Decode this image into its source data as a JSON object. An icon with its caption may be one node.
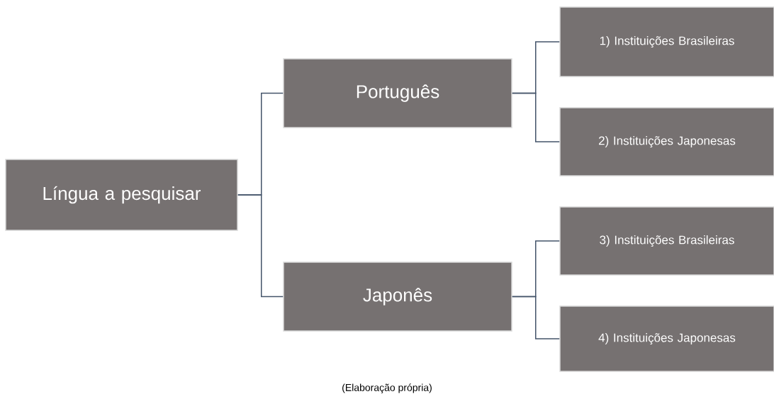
{
  "diagram": {
    "caption": "(Elaboração própria)",
    "nodes": [
      {
        "text": [
          "Língua a pesquisar"
        ]
      },
      {
        "text": [
          "Português"
        ]
      },
      {
        "text": [
          "Japonês"
        ]
      },
      {
        "text": [
          "1) Instituições Brasileiras"
        ]
      },
      {
        "text": [
          "2) Instituições Japonesas"
        ]
      },
      {
        "text": [
          "3) Instituições Brasileiras"
        ]
      },
      {
        "text": [
          "4) Instituições Japonesas"
        ]
      }
    ],
    "edges": [
      {
        "from": 0,
        "to": 1,
        "arrow": "none"
      },
      {
        "from": 0,
        "to": 2,
        "arrow": "none"
      },
      {
        "from": 1,
        "to": 3,
        "arrow": "none"
      },
      {
        "from": 1,
        "to": 4,
        "arrow": "none"
      },
      {
        "from": 2,
        "to": 5,
        "arrow": "none"
      },
      {
        "from": 2,
        "to": 6,
        "arrow": "none"
      }
    ]
  }
}
